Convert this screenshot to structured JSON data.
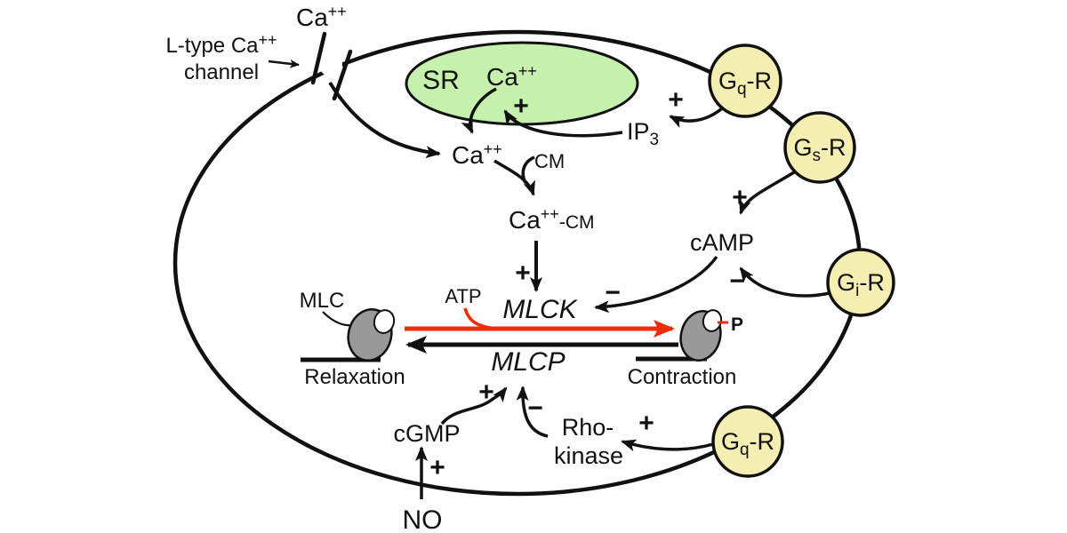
{
  "colors": {
    "red": "#ee2d08",
    "green": "#3aa017",
    "ink": "#111111",
    "sr_fill": "#c6f0ad",
    "receptor_fill": "#f5eeb2",
    "blob_gray": "#999999",
    "white": "#ffffff"
  },
  "labels": {
    "ca": "Ca",
    "sup": "++",
    "ltype1": "L-type Ca",
    "ltype2": "channel",
    "sr": "SR",
    "ip": "IP",
    "ip_sub": "3",
    "cm": "CM",
    "cacm_tail": "-CM",
    "mlck": "MLCK",
    "mlcp": "MLCP",
    "atp": "ATP",
    "mlc": "MLC",
    "relaxation": "Relaxation",
    "contraction": "Contraction",
    "camp": "cAMP",
    "cgmp": "cGMP",
    "rho1": "Rho-",
    "rho2": "kinase",
    "no": "NO",
    "p": "P",
    "g": "G",
    "r_suffix": "-R",
    "q": "q",
    "s": "s",
    "i": "i",
    "plus": "+",
    "minus": "−"
  }
}
